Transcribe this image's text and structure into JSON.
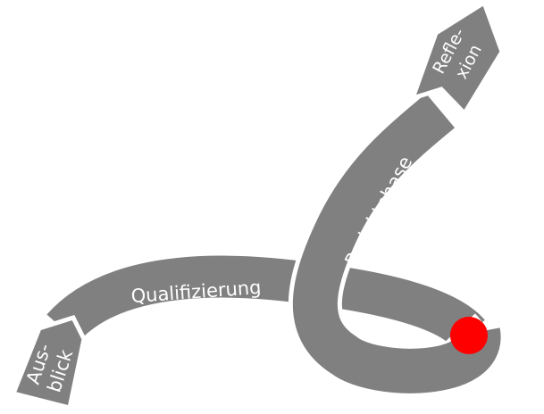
{
  "diagram": {
    "stages": {
      "ausblick": {
        "line1": "Aus-",
        "line2": "blick"
      },
      "qualifizierung": {
        "label": "Qualifizierung"
      },
      "projektphase": {
        "label": "Projektphase"
      },
      "reflexion": {
        "line1": "Refle-",
        "line2": "xion"
      }
    },
    "colors": {
      "band": "#808080",
      "marker": "#ff0000",
      "background": "#ffffff"
    }
  }
}
